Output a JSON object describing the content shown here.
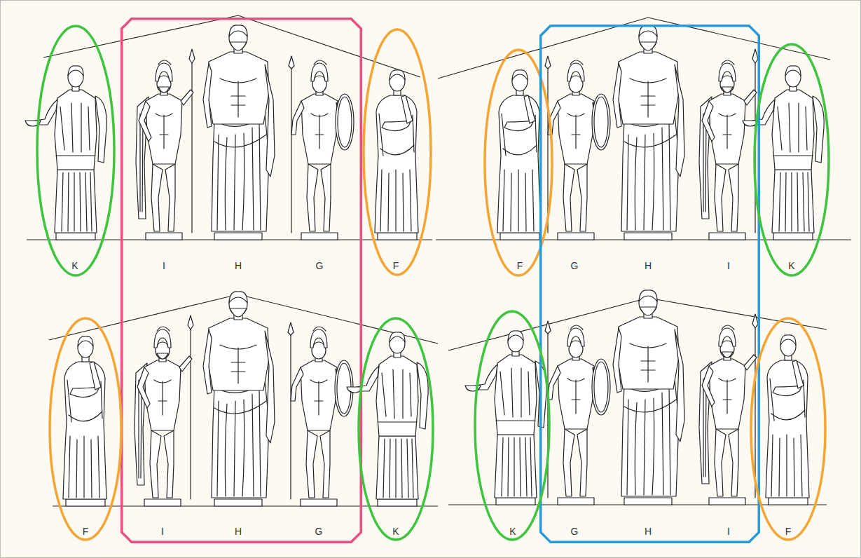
{
  "diagram": {
    "nodes": [
      {
        "text": [
          "K"
        ]
      },
      {
        "text": [
          "I",
          "H",
          "G",
          "I",
          "H",
          "G"
        ]
      },
      {
        "text": [
          "F"
        ]
      },
      {
        "text": [
          "F"
        ]
      },
      {
        "text": [
          "G",
          "H",
          "I",
          "G",
          "H",
          "I"
        ]
      },
      {
        "text": [
          "K"
        ]
      },
      {
        "text": [
          "F"
        ]
      },
      {
        "text": [
          "K"
        ]
      },
      {
        "text": [
          "K"
        ]
      },
      {
        "text": [
          "F"
        ]
      }
    ]
  }
}
